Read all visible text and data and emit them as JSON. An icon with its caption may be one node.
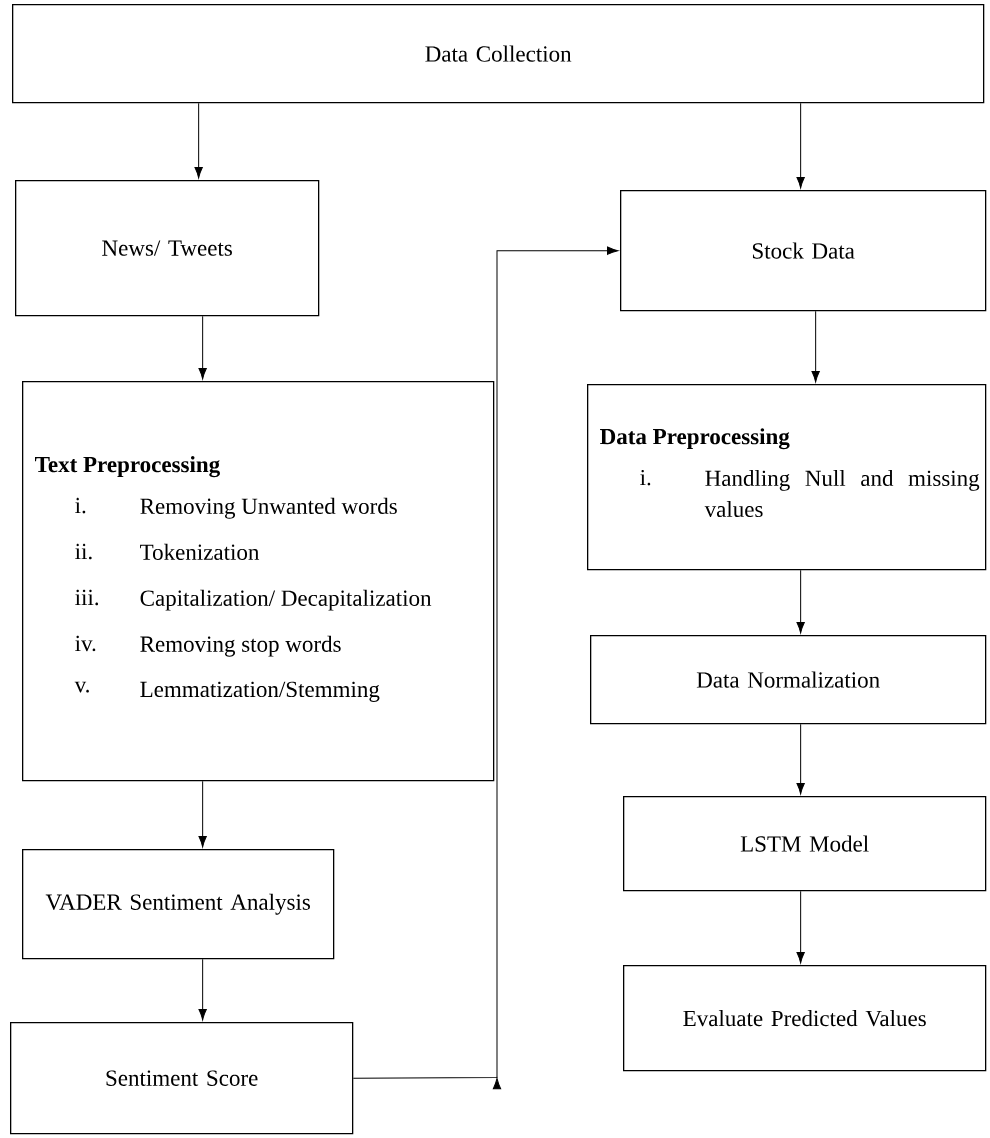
{
  "diagram": {
    "nodes": [
      {
        "text": [
          "Data Collection"
        ]
      },
      {
        "text": [
          "News/ Tweets"
        ]
      },
      {
        "text": [
          "Text Preprocessing",
          "i.",
          "Removing Unwanted words",
          "ii.",
          "Tokenization",
          "iii.",
          "Capitalization/ Decapitalization",
          "iv.",
          "Removing stop words",
          "v.",
          "Lemmatization/Stemming"
        ]
      },
      {
        "text": [
          "VADER Sentiment Analysis"
        ]
      },
      {
        "text": [
          "Sentiment Score"
        ]
      },
      {
        "text": [
          "Stock Data"
        ]
      },
      {
        "text": [
          "Data Preprocessing",
          "i.",
          "Handling Null and missing values"
        ]
      },
      {
        "text": [
          "Data Normalization"
        ]
      },
      {
        "text": [
          "LSTM Model"
        ]
      },
      {
        "text": [
          "Evaluate Predicted Values"
        ]
      }
    ],
    "edges": [
      {
        "from": 0,
        "to": 1,
        "arrow": "to"
      },
      {
        "from": 0,
        "to": 5,
        "arrow": "to"
      },
      {
        "from": 1,
        "to": 2,
        "arrow": "to"
      },
      {
        "from": 2,
        "to": 3,
        "arrow": "to"
      },
      {
        "from": 3,
        "to": 4,
        "arrow": "to"
      },
      {
        "from": 4,
        "to": 5,
        "arrow": "to"
      },
      {
        "from": 5,
        "to": 6,
        "arrow": "to"
      },
      {
        "from": 6,
        "to": 7,
        "arrow": "to"
      },
      {
        "from": 7,
        "to": 8,
        "arrow": "to"
      },
      {
        "from": 8,
        "to": 9,
        "arrow": "to"
      }
    ]
  }
}
